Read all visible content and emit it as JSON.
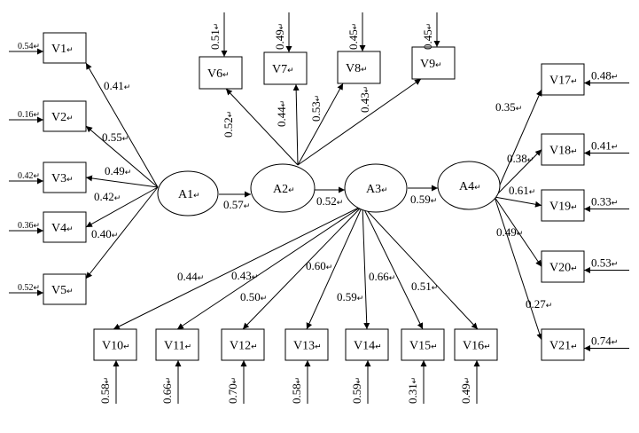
{
  "mark": "↵",
  "latents": [
    {
      "id": "A1",
      "label": "A1"
    },
    {
      "id": "A2",
      "label": "A2"
    },
    {
      "id": "A3",
      "label": "A3"
    },
    {
      "id": "A4",
      "label": "A4"
    }
  ],
  "observed": [
    {
      "id": "V1",
      "label": "V1",
      "error": "0.54"
    },
    {
      "id": "V2",
      "label": "V2",
      "error": "0.16"
    },
    {
      "id": "V3",
      "label": "V3",
      "error": "0.42"
    },
    {
      "id": "V4",
      "label": "V4",
      "error": "0.36"
    },
    {
      "id": "V5",
      "label": "V5",
      "error": "0.52"
    },
    {
      "id": "V6",
      "label": "V6",
      "error": "0.51"
    },
    {
      "id": "V7",
      "label": "V7",
      "error": "0.49"
    },
    {
      "id": "V8",
      "label": "V8",
      "error": "0.45"
    },
    {
      "id": "V9",
      "label": "V9",
      "error": "0.45"
    },
    {
      "id": "V10",
      "label": "V10",
      "error": "0.58"
    },
    {
      "id": "V11",
      "label": "V11",
      "error": "0.66"
    },
    {
      "id": "V12",
      "label": "V12",
      "error": "0.70"
    },
    {
      "id": "V13",
      "label": "V13",
      "error": "0.58"
    },
    {
      "id": "V14",
      "label": "V14",
      "error": "0.59"
    },
    {
      "id": "V15",
      "label": "V15",
      "error": "0.31"
    },
    {
      "id": "V16",
      "label": "V16",
      "error": "0.49"
    },
    {
      "id": "V17",
      "label": "V17",
      "error": "0.48"
    },
    {
      "id": "V18",
      "label": "V18",
      "error": "0.41"
    },
    {
      "id": "V19",
      "label": "V19",
      "error": "0.33"
    },
    {
      "id": "V20",
      "label": "V20",
      "error": "0.53"
    },
    {
      "id": "V21",
      "label": "V21",
      "error": "0.74"
    }
  ],
  "paths": [
    {
      "from": "A1",
      "to": "A2",
      "weight": "0.57"
    },
    {
      "from": "A2",
      "to": "A3",
      "weight": "0.52"
    },
    {
      "from": "A3",
      "to": "A4",
      "weight": "0.59"
    }
  ],
  "loadings": [
    {
      "from": "A1",
      "to": "V1",
      "weight": "0.41"
    },
    {
      "from": "A1",
      "to": "V2",
      "weight": "0.55"
    },
    {
      "from": "A1",
      "to": "V3",
      "weight": "0.49"
    },
    {
      "from": "A1",
      "to": "V4",
      "weight": "0.42"
    },
    {
      "from": "A1",
      "to": "V5",
      "weight": "0.40"
    },
    {
      "from": "A2",
      "to": "V6",
      "weight": "0.52"
    },
    {
      "from": "A2",
      "to": "V7",
      "weight": "0.44"
    },
    {
      "from": "A2",
      "to": "V8",
      "weight": "0.53"
    },
    {
      "from": "A2",
      "to": "V9",
      "weight": "0.43"
    },
    {
      "from": "A3",
      "to": "V10",
      "weight": "0.44"
    },
    {
      "from": "A3",
      "to": "V11",
      "weight": "0.43"
    },
    {
      "from": "A3",
      "to": "V12",
      "weight": "0.50"
    },
    {
      "from": "A3",
      "to": "V13",
      "weight": "0.60"
    },
    {
      "from": "A3",
      "to": "V14",
      "weight": "0.59"
    },
    {
      "from": "A3",
      "to": "V15",
      "weight": "0.66"
    },
    {
      "from": "A3",
      "to": "V16",
      "weight": "0.51"
    },
    {
      "from": "A4",
      "to": "V17",
      "weight": "0.35"
    },
    {
      "from": "A4",
      "to": "V18",
      "weight": "0.38"
    },
    {
      "from": "A4",
      "to": "V19",
      "weight": "0.61"
    },
    {
      "from": "A4",
      "to": "V20",
      "weight": "0.49"
    },
    {
      "from": "A4",
      "to": "V21",
      "weight": "0.27"
    }
  ]
}
